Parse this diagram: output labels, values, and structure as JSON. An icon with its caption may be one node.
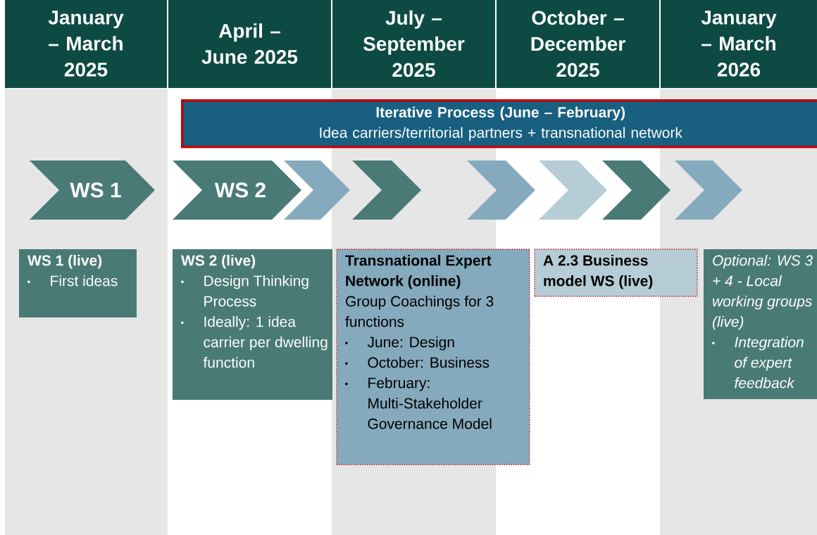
{
  "diagram": {
    "nodes": [
      {
        "text": [
          "January – March 2025"
        ]
      },
      {
        "text": [
          "April – June 2025"
        ]
      },
      {
        "text": [
          "July – September 2025"
        ]
      },
      {
        "text": [
          "October – December 2025"
        ]
      },
      {
        "text": [
          "January – March 2026"
        ]
      },
      {
        "text": [
          "Iterative Process (June – February)",
          "Idea carriers/territorial partners + transnational network"
        ]
      },
      {
        "text": [
          "WS 1"
        ]
      },
      {
        "text": [
          "WS 2"
        ]
      },
      {
        "text": [],
        "shape": "chevron"
      },
      {
        "text": [],
        "shape": "chevron"
      },
      {
        "text": [],
        "shape": "chevron"
      },
      {
        "text": [],
        "shape": "chevron"
      },
      {
        "text": [],
        "shape": "chevron"
      },
      {
        "text": [],
        "shape": "chevron"
      },
      {
        "text": [
          "WS 1 (live)",
          "First ideas"
        ]
      },
      {
        "text": [
          "WS 2 (live)",
          "Design Thinking Process",
          "Ideally: 1 idea carrier per dwelling function"
        ]
      },
      {
        "text": [
          "Transnational Expert Network (online)",
          "Group Coachings for 3 functions",
          "June: Design",
          "October: Business",
          "February: Multi-Stakeholder Governance Model"
        ]
      },
      {
        "text": [
          "A 2.3 Business model WS (live)"
        ]
      },
      {
        "text": [
          "Optional: WS 3 + 4 - Local working groups (live)",
          "Integration of expert feedback"
        ]
      }
    ]
  }
}
